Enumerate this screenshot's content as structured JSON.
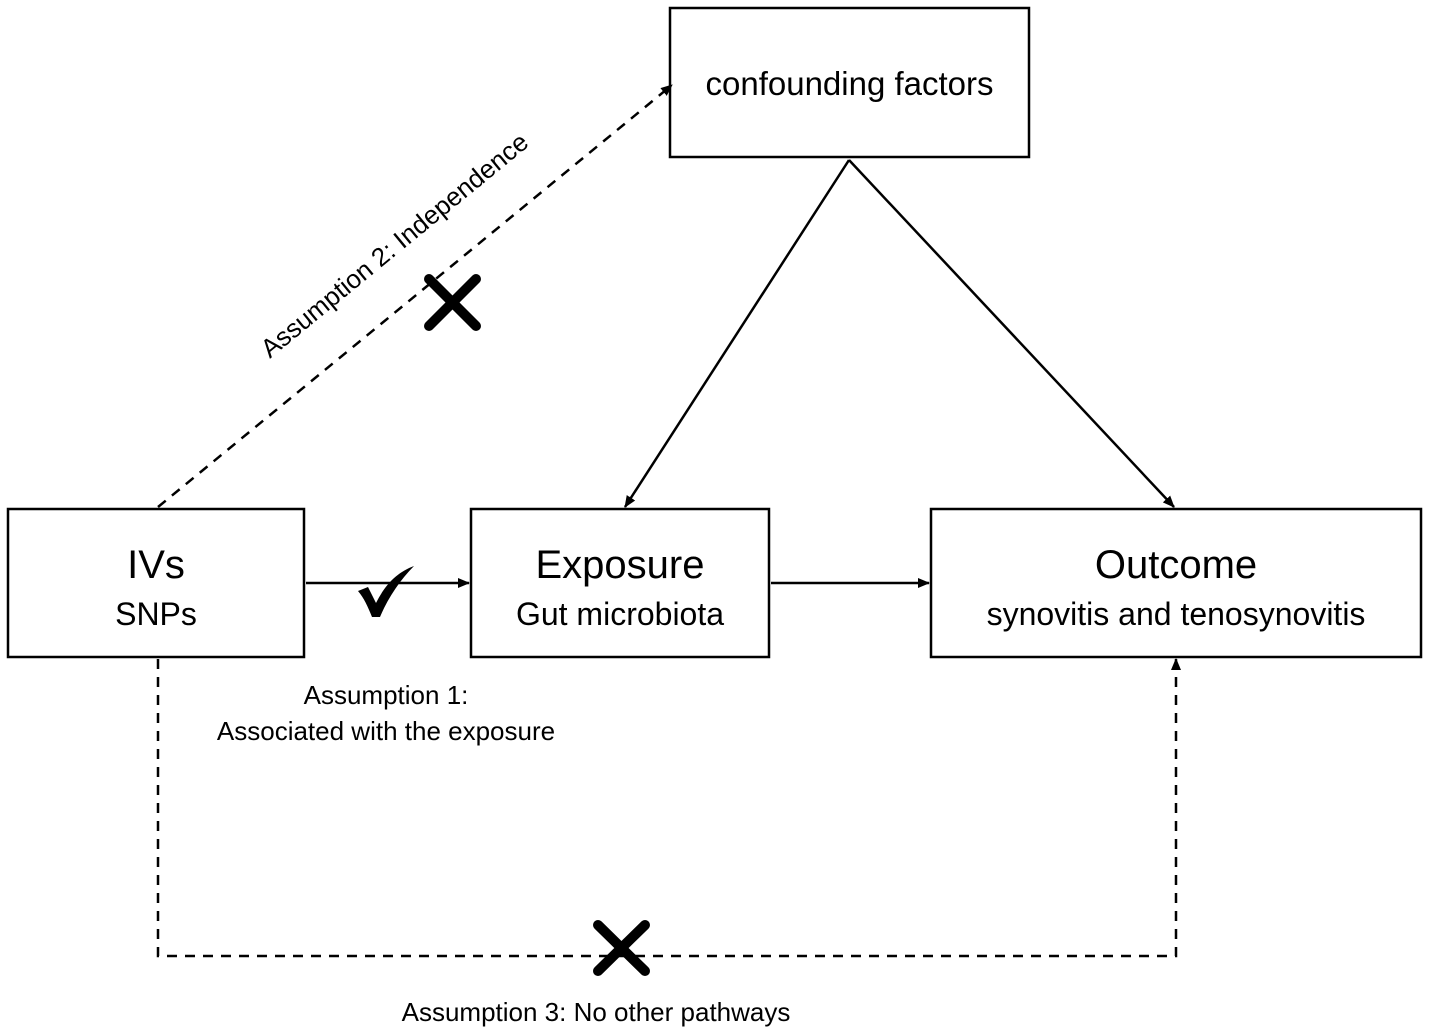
{
  "nodes": {
    "confounders": {
      "label": "confounding factors"
    },
    "ivs": {
      "title": "IVs",
      "subtitle": "SNPs"
    },
    "exposure": {
      "title": "Exposure",
      "subtitle": "Gut microbiota"
    },
    "outcome": {
      "title": "Outcome",
      "subtitle": "synovitis and tenosynovitis"
    }
  },
  "assumptions": {
    "a1": {
      "line1": "Assumption 1:",
      "line2": "Associated with the exposure",
      "status": "check"
    },
    "a2": {
      "label": "Assumption 2: Independence",
      "status": "cross"
    },
    "a3": {
      "label": "Assumption 3: No other pathways",
      "status": "cross"
    }
  },
  "colors": {
    "stroke": "#000000",
    "background": "#ffffff"
  }
}
